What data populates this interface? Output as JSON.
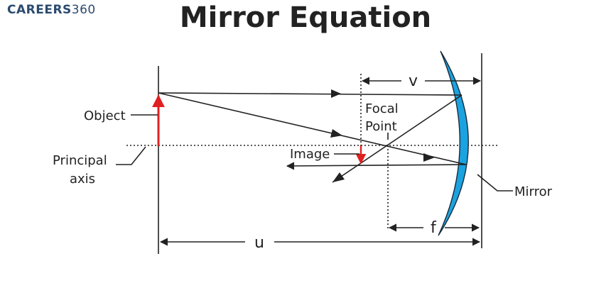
{
  "brand": {
    "name": "CAREERS",
    "number": "360"
  },
  "title": "Mirror Equation",
  "labels": {
    "object": "Object",
    "principal_axis_line1": "Principal",
    "principal_axis_line2": "axis",
    "image": "Image",
    "focal_line1": "Focal",
    "focal_line2": "Point",
    "mirror": "Mirror",
    "v": "v",
    "u": "u",
    "f": "f"
  },
  "colors": {
    "mirror": "#1aa3e0",
    "arrows": "#e02020",
    "lines": "#222222"
  }
}
